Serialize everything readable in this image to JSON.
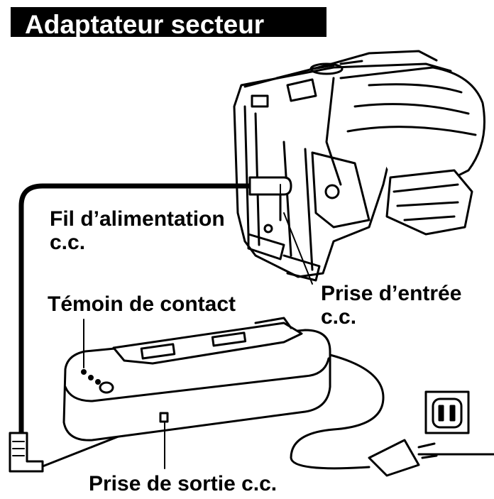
{
  "title": "Adaptateur secteur",
  "labels": {
    "dc_cord_line1": "Fil d’alimentation",
    "dc_cord_line2": "c.c.",
    "power_lamp": "Témoin de contact",
    "dc_in_line1": "Prise d’entrée",
    "dc_in_line2": "c.c.",
    "dc_out": "Prise de sortie c.c."
  },
  "colors": {
    "ink": "#000000",
    "paper": "#ffffff"
  }
}
